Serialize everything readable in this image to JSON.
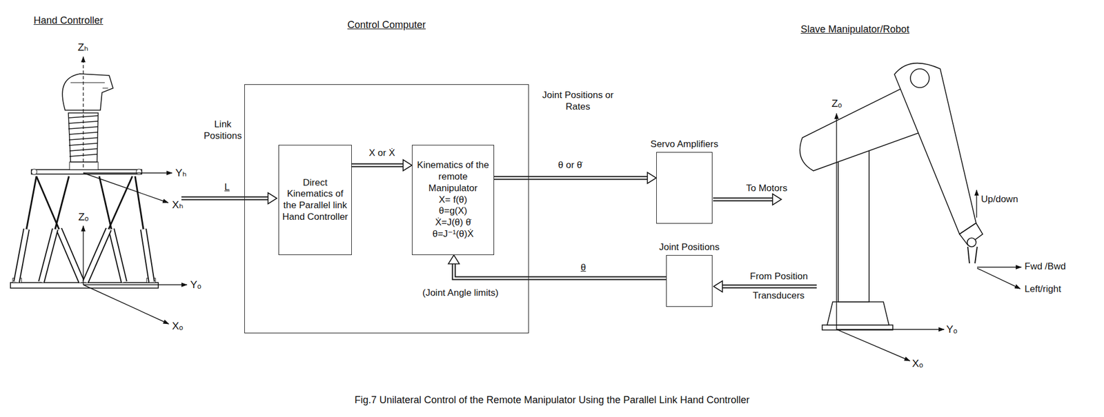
{
  "diagram": {
    "caption": "Fig.7 Unilateral Control of the Remote Manipulator Using the Parallel Link Hand Controller",
    "nodes": [
      {
        "text": [
          "Control Computer"
        ]
      },
      {
        "text": [
          "Direct Kinematics of the Parallel link Hand Controller"
        ],
        "in": 0
      },
      {
        "text": [
          "Kinematics of the remote Manipulator",
          "X= f(θ)",
          "θ=g(X)",
          "Ẋ=J(θ) θ̇",
          "θ=J⁻¹(θ)Ẋ"
        ],
        "in": 0
      },
      {
        "text": [
          "Servo Amplifiers"
        ]
      },
      {
        "text": [
          "Joint Positions"
        ]
      }
    ],
    "edges": [
      {
        "from": 1,
        "to": 2,
        "arrow": "to",
        "label": "X or Ẋ"
      },
      {
        "from": 2,
        "to": 3,
        "arrow": "to",
        "label": "θ or θ̇"
      },
      {
        "from": 4,
        "to": 2,
        "arrow": "to",
        "label": "θ"
      }
    ],
    "labels": [
      "Hand Controller",
      "Slave Manipulator/Robot",
      "Link Positions",
      "L",
      "Joint Positions or Rates",
      "To Motors",
      "(Joint Angle limits)",
      "From Position",
      "Transducers",
      "Zₕ",
      "Yₕ",
      "Xₕ",
      "Zₒ",
      "Yₒ",
      "Xₒ",
      "Zₒ",
      "Up/down",
      "Fwd /Bwd",
      "Left/right",
      "Yₒ",
      "Xₒ"
    ]
  }
}
